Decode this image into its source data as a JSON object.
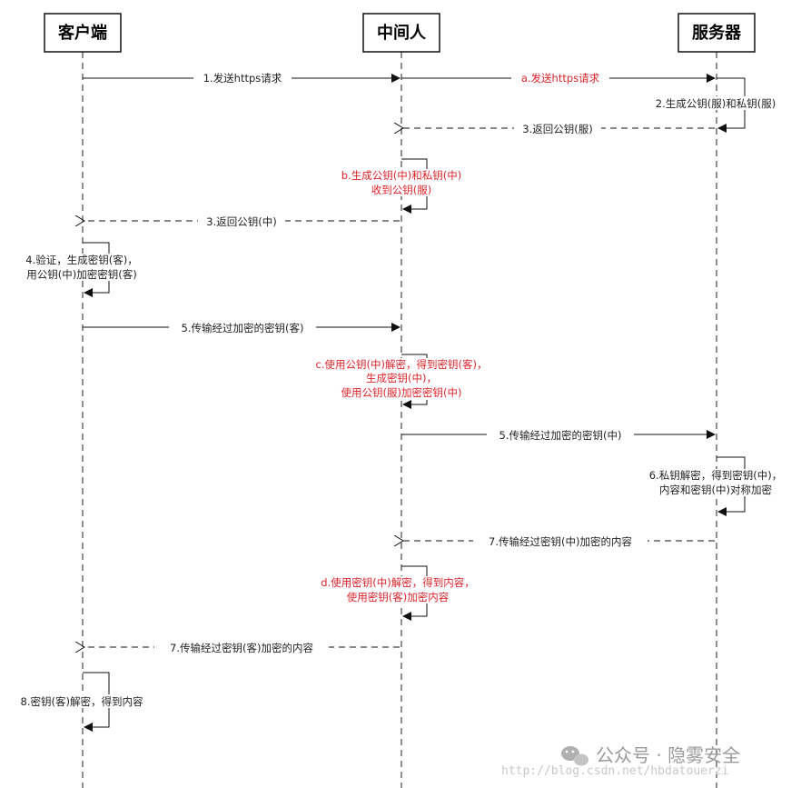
{
  "actors": {
    "client": "客户端",
    "middleman": "中间人",
    "server": "服务器"
  },
  "messages": {
    "m1": "1.发送https请求",
    "ma": "a.发送https请求",
    "m2": "2.生成公钥(服)和私钥(服)",
    "m3_server": "3.返回公钥(服)",
    "mb_line1": "b.生成公钥(中)和私钥(中)",
    "mb_line2": "收到公钥(服)",
    "m3_mid": "3.返回公钥(中)",
    "m4_line1": "4.验证，生成密钥(客)，",
    "m4_line2": "用公钥(中)加密密钥(客)",
    "m5_client": "5.传输经过加密的密钥(客)",
    "mc_line1": "c.使用公钥(中)解密，得到密钥(客)，",
    "mc_line2": "生成密钥(中)，",
    "mc_line3": "使用公钥(服)加密密钥(中)",
    "m5_mid": "5.传输经过加密的密钥(中)",
    "m6_line1": "6.私钥解密，得到密钥(中)，",
    "m6_line2": "内容和密钥(中)对称加密",
    "m7_server": "7.传输经过密钥(中)加密的内容",
    "md_line1": "d.使用密钥(中)解密，得到内容，",
    "md_line2": "使用密钥(客)加密内容",
    "m7_mid": "7.传输经过密钥(客)加密的内容",
    "m8": "8.密钥(客)解密，得到内容"
  },
  "watermark": {
    "text": "公众号 · 隐雾安全",
    "url": "http://blog.csdn.net/hbdatouerzi"
  },
  "colors": {
    "line": "#222222",
    "attacker_text": "#d9242a"
  }
}
